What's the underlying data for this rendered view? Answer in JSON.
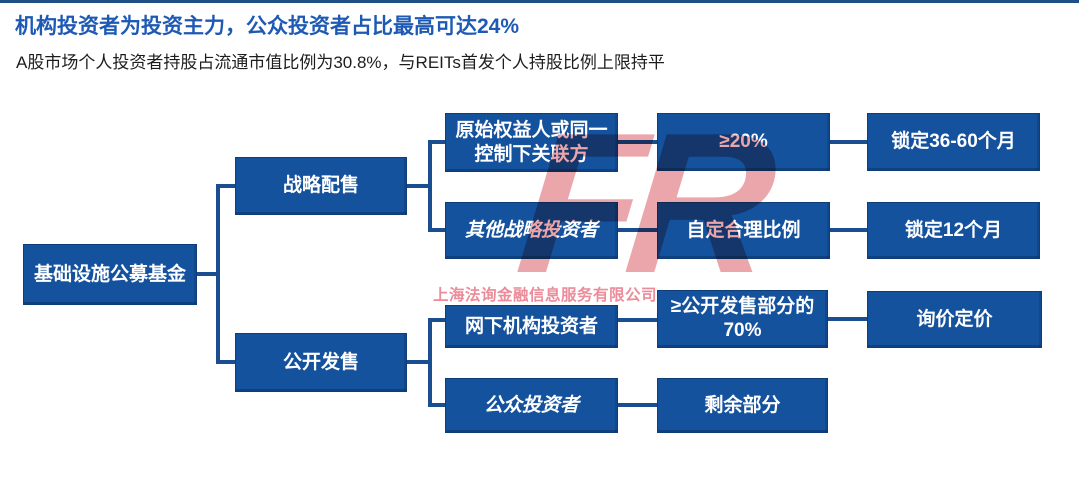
{
  "header": {
    "title": "机构投资者为投资主力，公众投资者占比最高可达24%",
    "subtitle": "A股市场个人投资者持股占流通市值比例为30.8%，与REITs首发个人持股比例上限持平"
  },
  "diagram": {
    "root_label": "基础设施公募基金",
    "branches": [
      {
        "label": "战略配售"
      },
      {
        "label": "公开发售"
      }
    ],
    "rows": [
      {
        "entity": "原始权益人或同一\n控制下关联方",
        "condition": "≥20%",
        "outcome": "锁定36-60个月"
      },
      {
        "entity": "其他战略投资者",
        "condition": "自定合理比例",
        "outcome": "锁定12个月"
      },
      {
        "entity": "网下机构投资者",
        "condition": "≥公开发售部分的\n70%",
        "outcome": "询价定价"
      },
      {
        "entity": "公众投资者",
        "condition": "剩余部分",
        "outcome": ""
      }
    ]
  },
  "watermark": {
    "logo": "FR",
    "company": "上海法询金融信息服务有限公司"
  },
  "colors": {
    "node_blue": "#15529e",
    "node_border": "#0e3d78",
    "connector_blue": "#1a4e90",
    "title_blue": "#1e5ab4",
    "top_bar_blue": "#1e4f85",
    "watermark_pink": "#eba6ab"
  }
}
